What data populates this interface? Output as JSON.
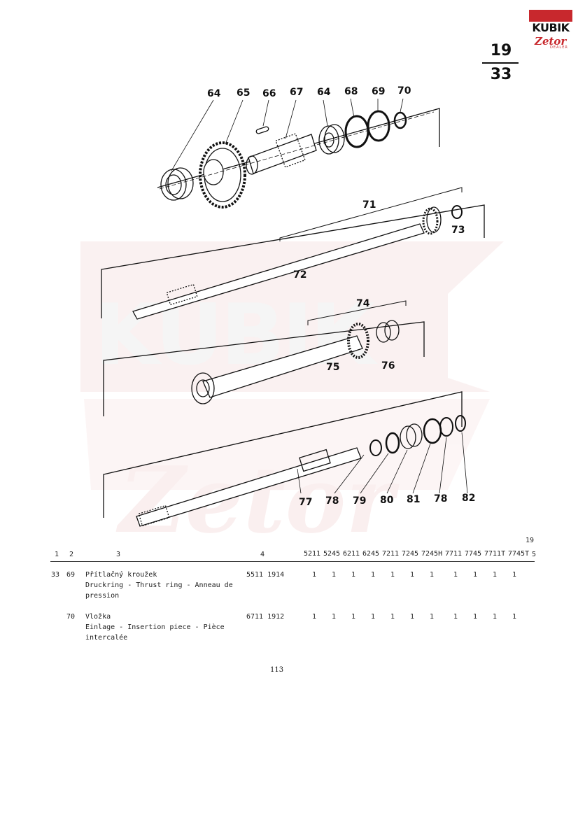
{
  "logo": {
    "brand_text": "KUBIK",
    "sub_text": "Zetor",
    "dealer_text": "DEALER"
  },
  "page": {
    "group": "19",
    "sheet": "33"
  },
  "callouts": [
    "64",
    "65",
    "66",
    "67",
    "64",
    "68",
    "69",
    "70",
    "71",
    "73",
    "72",
    "74",
    "75",
    "76",
    "77",
    "78",
    "79",
    "80",
    "81",
    "78",
    "82"
  ],
  "table": {
    "group_marker": "19",
    "headers": {
      "c1": "1",
      "c2": "2",
      "c3": "3",
      "c4": "4",
      "models": [
        "5211",
        "5245",
        "6211",
        "6245",
        "7211",
        "7245",
        "7245H",
        "7711",
        "7745",
        "7711T",
        "7745T"
      ],
      "c5": "5"
    },
    "rows": [
      {
        "pos": "33",
        "item": "69",
        "name_cz": "Přítlačný kroužek",
        "name_other_1": "Druckring - Thrust ring - Anneau de",
        "name_other_2": "pression",
        "part_no": "5511 1914",
        "qty": [
          "1",
          "1",
          "1",
          "1",
          "1",
          "1",
          "1",
          "1",
          "1",
          "1",
          "1"
        ]
      },
      {
        "pos": "",
        "item": "70",
        "name_cz": "Vložka",
        "name_other_1": "Einlage - Insertion piece - Pièce",
        "name_other_2": "intercalée",
        "part_no": "6711 1912",
        "qty": [
          "1",
          "1",
          "1",
          "1",
          "1",
          "1",
          "1",
          "1",
          "1",
          "1",
          "1"
        ]
      }
    ]
  },
  "footer": {
    "page_ref": "113"
  },
  "colors": {
    "brand_red": "#c8282d",
    "watermark": "#f4e3e3"
  }
}
